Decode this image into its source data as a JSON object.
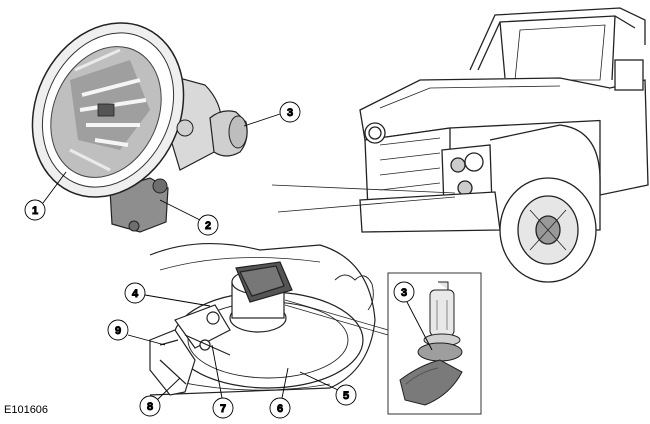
{
  "figure": {
    "code": "E101606",
    "callouts": [
      {
        "id": "c1",
        "label": "1"
      },
      {
        "id": "c2",
        "label": "2"
      },
      {
        "id": "c3a",
        "label": "3"
      },
      {
        "id": "c3b",
        "label": "3"
      },
      {
        "id": "c4",
        "label": "4"
      },
      {
        "id": "c5",
        "label": "5"
      },
      {
        "id": "c6",
        "label": "6"
      },
      {
        "id": "c7",
        "label": "7"
      },
      {
        "id": "c8",
        "label": "8"
      },
      {
        "id": "c9",
        "label": "9"
      }
    ]
  }
}
